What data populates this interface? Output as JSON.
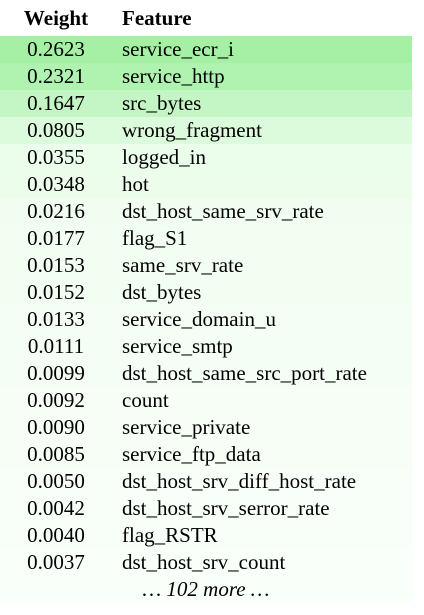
{
  "table": {
    "headers": {
      "weight": "Weight",
      "feature": "Feature"
    },
    "rows": [
      {
        "weight": "0.2623",
        "feature": "service_ecr_i",
        "color": "#a6f0a6"
      },
      {
        "weight": "0.2321",
        "feature": "service_http",
        "color": "#b0f2b0"
      },
      {
        "weight": "0.1647",
        "feature": "src_bytes",
        "color": "#c4f5c4"
      },
      {
        "weight": "0.0805",
        "feature": "wrong_fragment",
        "color": "#dcfadc"
      },
      {
        "weight": "0.0355",
        "feature": "logged_in",
        "color": "#ebfdeb"
      },
      {
        "weight": "0.0348",
        "feature": "hot",
        "color": "#ecfdec"
      },
      {
        "weight": "0.0216",
        "feature": "dst_host_same_srv_rate",
        "color": "#f0fdf0"
      },
      {
        "weight": "0.0177",
        "feature": "flag_S1",
        "color": "#f2fef2"
      },
      {
        "weight": "0.0153",
        "feature": "same_srv_rate",
        "color": "#f3fef3"
      },
      {
        "weight": "0.0152",
        "feature": "dst_bytes",
        "color": "#f3fef3"
      },
      {
        "weight": "0.0133",
        "feature": "service_domain_u",
        "color": "#f4fef4"
      },
      {
        "weight": "0.0111",
        "feature": "service_smtp",
        "color": "#f5fef5"
      },
      {
        "weight": "0.0099",
        "feature": "dst_host_same_src_port_rate",
        "color": "#f5fef5"
      },
      {
        "weight": "0.0092",
        "feature": "count",
        "color": "#f6fef6"
      },
      {
        "weight": "0.0090",
        "feature": "service_private",
        "color": "#f6fef6"
      },
      {
        "weight": "0.0085",
        "feature": "service_ftp_data",
        "color": "#f6fef6"
      },
      {
        "weight": "0.0050",
        "feature": "dst_host_srv_diff_host_rate",
        "color": "#f8fff8"
      },
      {
        "weight": "0.0042",
        "feature": "dst_host_srv_serror_rate",
        "color": "#f8fff8"
      },
      {
        "weight": "0.0040",
        "feature": "flag_RSTR",
        "color": "#f8fff8"
      },
      {
        "weight": "0.0037",
        "feature": "dst_host_srv_count",
        "color": "#f9fff9"
      }
    ],
    "more_label": "… 102 more …",
    "more_color": "#f9fff9"
  }
}
